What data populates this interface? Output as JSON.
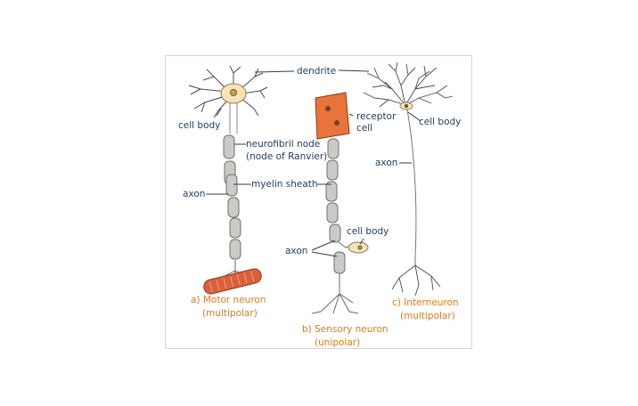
{
  "labels": {
    "dendrite": "dendrite",
    "cell_body_motor": "cell body",
    "receptor_cell_1": "receptor",
    "receptor_cell_2": "cell",
    "cell_body_inter": "cell body",
    "neurofibril_node_1": "neurofibril node",
    "neurofibril_node_2": "(node of Ranvier)",
    "axon_inter": "axon",
    "axon_motor": "axon",
    "myelin_sheath": "myelin sheath",
    "cell_body_sensory": "cell body",
    "axon_sensory": "axon"
  },
  "captions": {
    "motor_1": "a) Motor neuron",
    "motor_2": "(multipolar)",
    "sensory_1": "b) Sensory neuron",
    "sensory_2": "(unipolar)",
    "inter_1": "c) Interneuron",
    "inter_2": "(multipolar)"
  },
  "colors": {
    "label_text": "#1f3b5c",
    "caption_text": "#e07a1e",
    "receptor_fill": "#e8743a",
    "muscle_fill": "#d9603a",
    "cell_body_fill": "#f7e3b5",
    "myelin_fill": "#c9ccc6"
  }
}
